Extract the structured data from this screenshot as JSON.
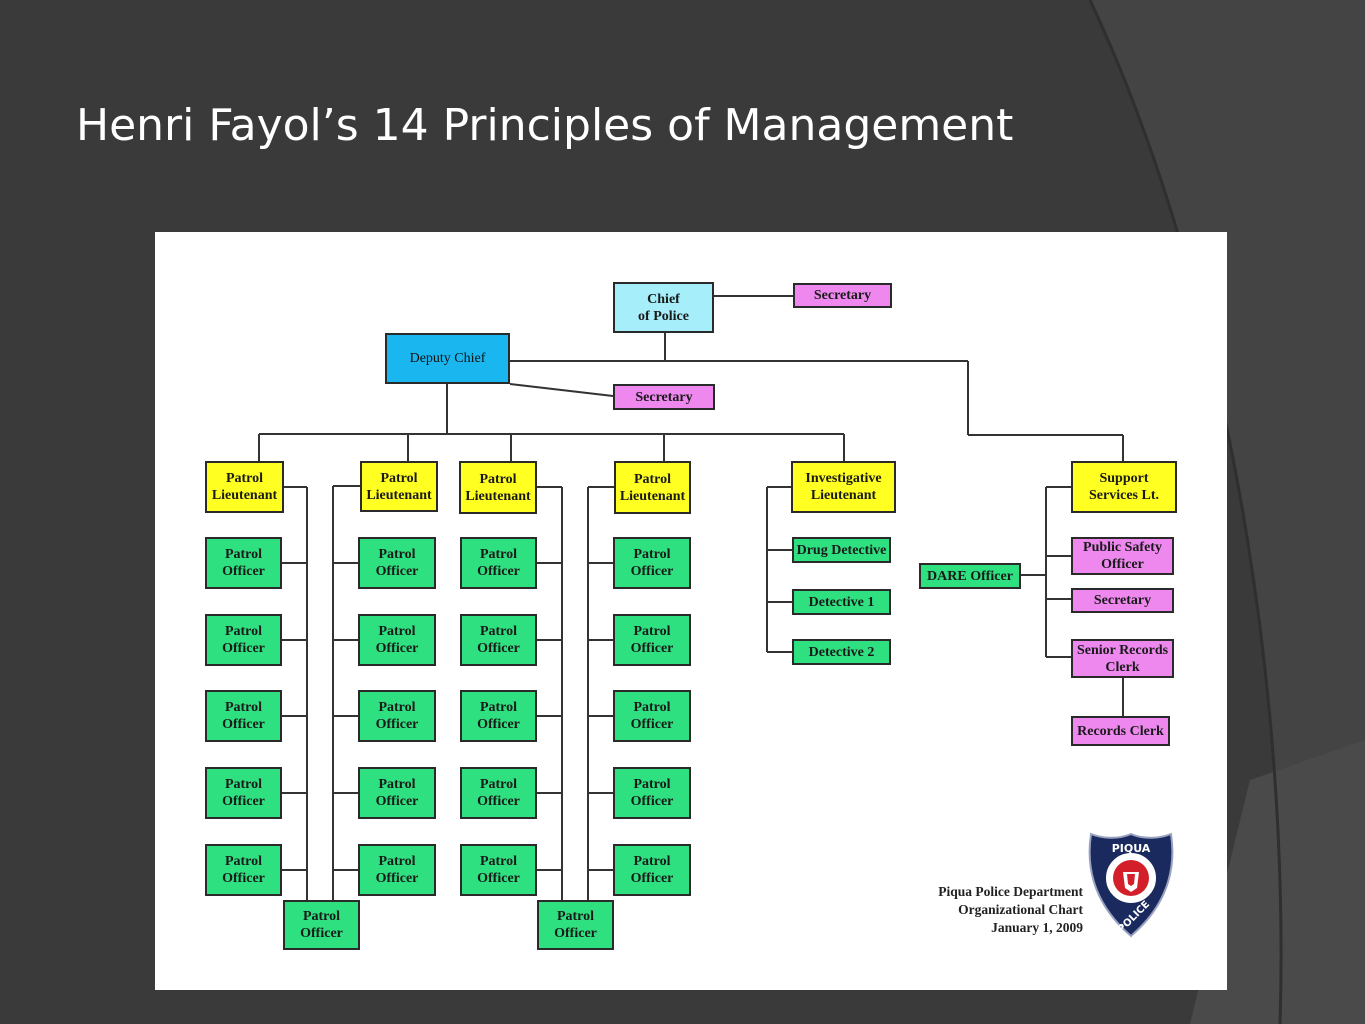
{
  "slide": {
    "title": "Henri Fayol’s 14 Principles of Management"
  },
  "colors": {
    "background": "#3a3a3a",
    "officer": "#2ee07f",
    "lieutenant": "#ffff22",
    "chief": "#a6eefa",
    "deputy": "#1ab6f0",
    "staff": "#ee88ee"
  },
  "org_chart": {
    "nodes": {
      "chief": "Chief\nof Police",
      "chief_secretary": "Secretary",
      "deputy_chief": "Deputy Chief",
      "deputy_secretary": "Secretary",
      "patrol_lieutenant": "Patrol\nLieutenant",
      "patrol_officer": "Patrol\nOfficer",
      "investigative_lieutenant": "Investigative\nLieutenant",
      "drug_detective": "Drug Detective",
      "detective_1": "Detective 1",
      "detective_2": "Detective 2",
      "support_lieutenant": "Support\nServices Lt.",
      "dare_officer": "DARE Officer",
      "public_safety_officer": "Public Safety\nOfficer",
      "support_secretary": "Secretary",
      "senior_records_clerk": "Senior Records\nClerk",
      "records_clerk": "Records Clerk"
    },
    "caption": {
      "line1": "Piqua Police Department",
      "line2": "Organizational Chart",
      "line3": "January 1, 2009"
    },
    "badge": {
      "top_text": "PIQUA",
      "bottom_text": "POLICE",
      "icon": "police-badge-icon"
    }
  }
}
